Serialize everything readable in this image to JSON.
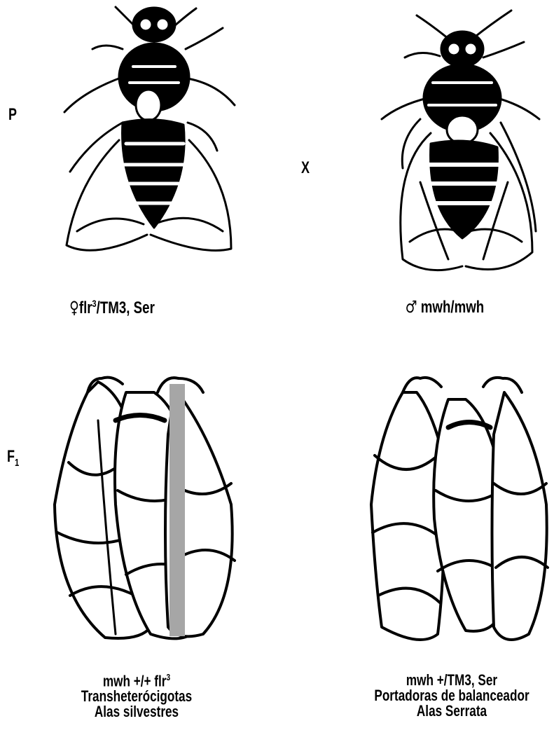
{
  "generation_labels": {
    "parental": "P",
    "cross": "X",
    "f1_letter": "F",
    "f1_sub": "1"
  },
  "female": {
    "symbol": "♀",
    "genotype_main": "flr",
    "genotype_sup": "3",
    "genotype_rest": "/TM3, Ser"
  },
  "male": {
    "symbol": "♂",
    "genotype": "mwh/mwh"
  },
  "f1_left": {
    "line1_main": "mwh +/+ flr",
    "line1_sup": "3",
    "line2": "Transheterócigotas",
    "line3": "Alas silvestres"
  },
  "f1_right": {
    "line1": "mwh +/TM3, Ser",
    "line2": "Portadoras de balanceador",
    "line3": "Alas Serrata"
  }
}
